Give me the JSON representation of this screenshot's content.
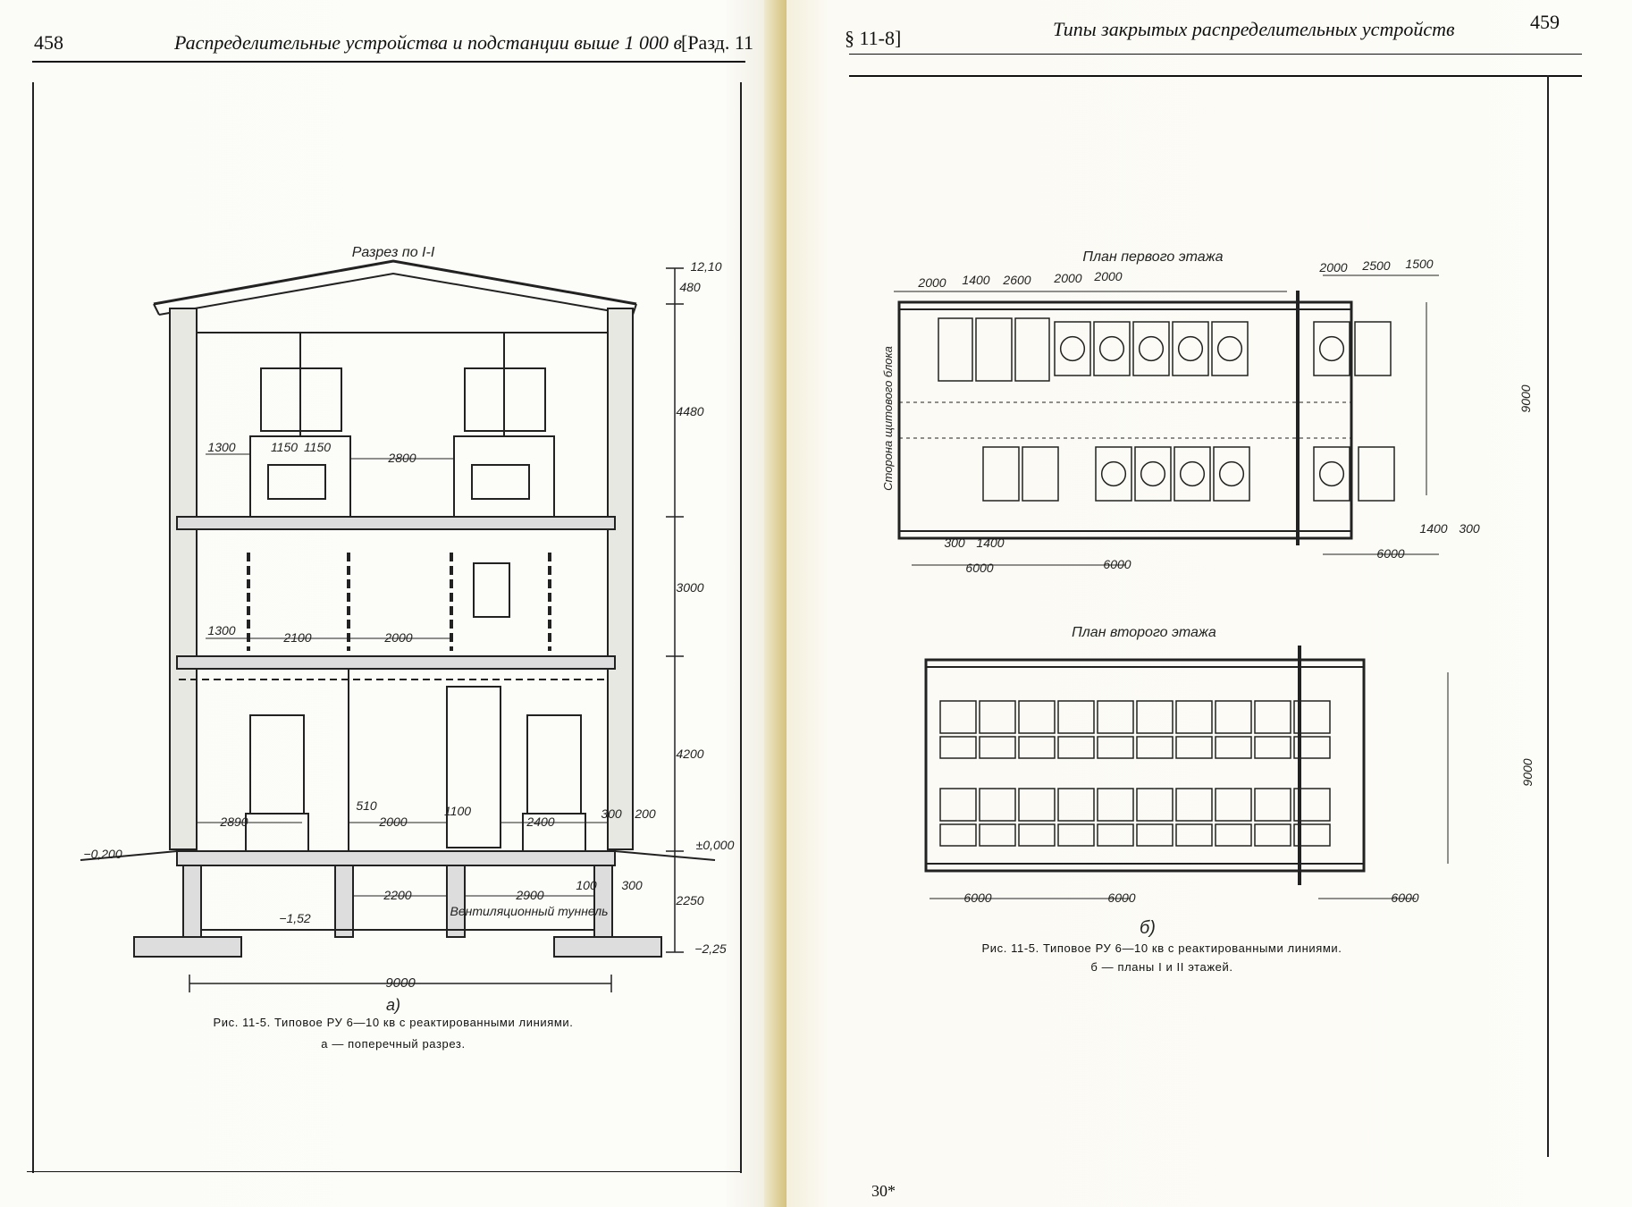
{
  "left_page": {
    "page_number": "458",
    "running_title": "Распределительные устройства и подстанции выше 1 000 в",
    "section": "[Разд. 11",
    "figure": {
      "title": "Разрез по I-I",
      "label": "а)",
      "caption_line1": "Рис. 11-5. Типовое РУ 6—10 кв с реактированными линиями.",
      "caption_line2": "а — поперечный разрез.",
      "levels": [
        "12,10",
        "±0,000",
        "−0,200",
        "−1,52",
        "−2,25"
      ],
      "vertical_dims": [
        "480",
        "4480",
        "3000",
        "4200",
        "2250"
      ],
      "horizontal_dims": [
        "1300",
        "1150",
        "1150",
        "2800",
        "1300",
        "2100",
        "2000",
        "2890",
        "510",
        "2000",
        "1100",
        "2400",
        "300",
        "200",
        "2200",
        "2900",
        "100",
        "300",
        "9000"
      ],
      "tunnel_label": "Вентиляционный туннель"
    }
  },
  "right_page": {
    "page_number": "459",
    "running_title": "Типы закрытых распределительных устройств",
    "section": "§ 11-8]",
    "footer_mark": "30*",
    "figure": {
      "plan1_title": "План первого этажа",
      "plan2_title": "План второго этажа",
      "side_label": "Сторона щитового блока",
      "plan1_top_dims": [
        "2000",
        "1400",
        "2600",
        "2000",
        "2000",
        "2000",
        "2500",
        "1500"
      ],
      "plan1_bottom_dims": [
        "300",
        "1400",
        "6000",
        "6000",
        "6000",
        "1400",
        "300"
      ],
      "plan1_height": "9000",
      "plan2_bottom_dims": [
        "6000",
        "6000",
        "6000"
      ],
      "plan2_height": "9000",
      "label": "б)",
      "caption_line1": "Рис. 11-5. Типовое РУ 6—10 кв с реактированными линиями.",
      "caption_line2": "б — планы I и II этажей."
    }
  }
}
